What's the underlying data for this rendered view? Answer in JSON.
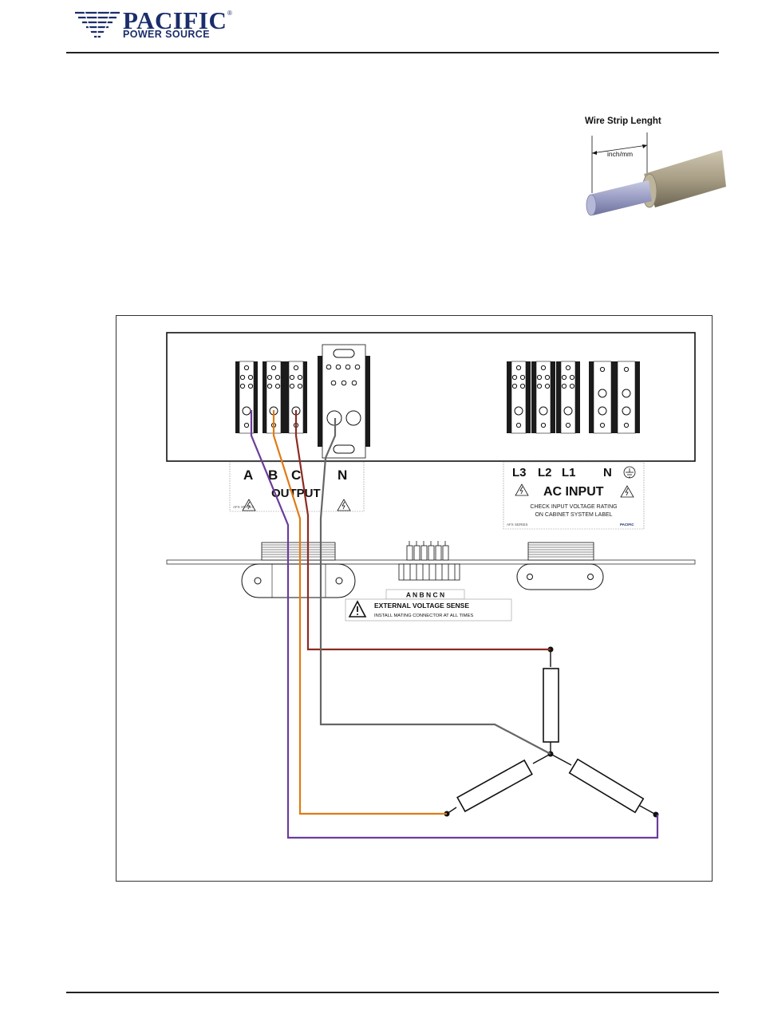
{
  "header": {
    "brand_name": "PACIFIC",
    "brand_registered": "®",
    "brand_subtitle": "POWER SOURCE"
  },
  "wire_strip": {
    "title": "Wire Strip Lenght",
    "dimension_label": "inch/mm"
  },
  "output_label": {
    "phases": [
      "A",
      "B",
      "C",
      "N"
    ],
    "title": "OUTPUT",
    "series_tag": "AFX SERIES"
  },
  "input_label": {
    "phases": [
      "L3",
      "L2",
      "L1",
      "N"
    ],
    "title": "AC INPUT",
    "note_line1": "CHECK INPUT VOLTAGE RATING",
    "note_line2": "ON CABINET SYSTEM LABEL",
    "series_tag": "AFX SERIES",
    "brand_tag": "PACIFIC"
  },
  "sense_connector": {
    "pins": "A N B N C N",
    "warning_title": "EXTERNAL VOLTAGE SENSE",
    "warning_text": "INSTALL MATING CONNECTOR AT ALL TIMES"
  },
  "colors": {
    "brand": "#1b2d6b",
    "wire_a": "#6a3d9a",
    "wire_b": "#e07b14",
    "wire_c": "#8b2b22",
    "wire_n": "#666666"
  }
}
